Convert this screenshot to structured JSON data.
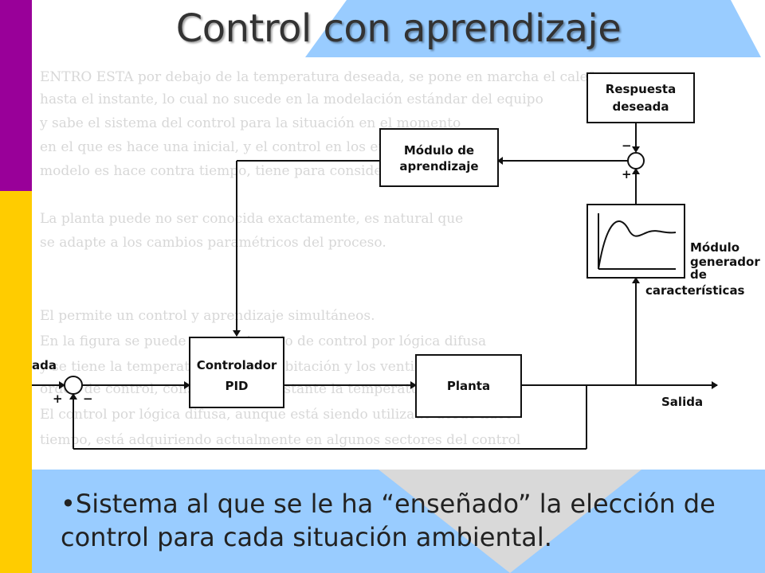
{
  "title": "Control con aprendizaje",
  "caption": "•Sistema al que se le ha “enseñado” la elección de control para cada situación ambiental.",
  "diagram": {
    "block_respuesta_l1": "Respuesta",
    "block_respuesta_l2": "deseada",
    "block_modulo_aprendizaje_l1": "Módulo de",
    "block_modulo_aprendizaje_l2": "aprendizaje",
    "block_controlador_l1": "Controlador",
    "block_controlador_l2": "PID",
    "block_planta": "Planta",
    "label_modulo_generador_l1": "Módulo",
    "label_modulo_generador_l2": "generador",
    "label_modulo_generador_l3": "de",
    "label_modulo_generador_l4": "características",
    "label_entrada": "ada",
    "label_salida": "Salida",
    "sign_plus_left": "+",
    "sign_minus_left": "−",
    "sign_minus_top": "−",
    "sign_plus_bottom": "+"
  },
  "colors": {
    "purple_bar": "#990099",
    "yellow_bar": "#FFCC00",
    "light_blue": "#99CCFF"
  }
}
